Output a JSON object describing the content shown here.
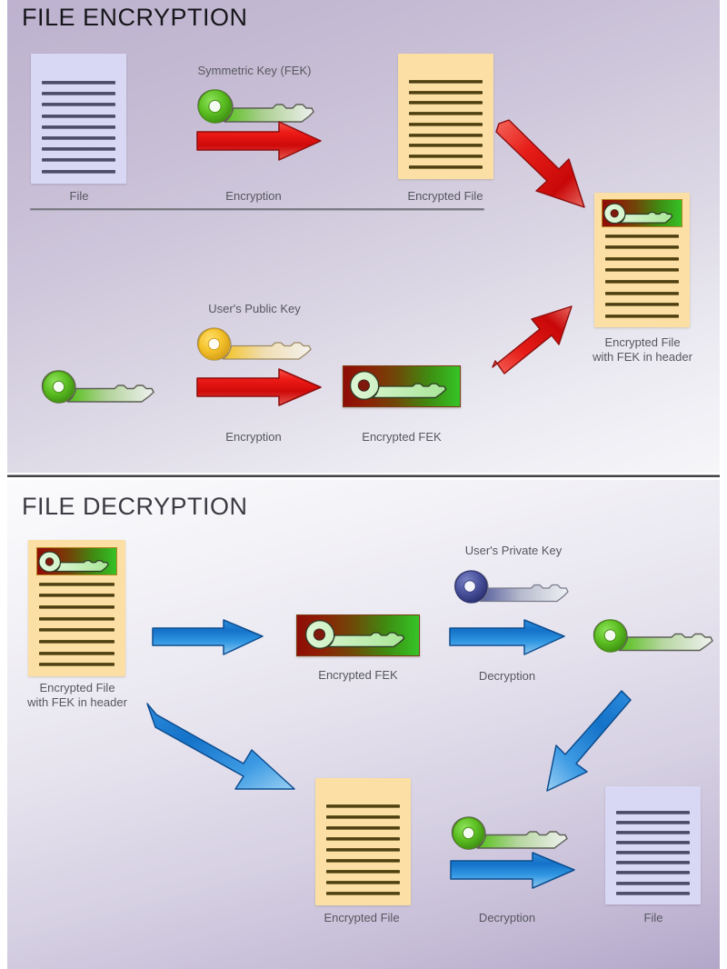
{
  "diagram": {
    "title_encryption": "FILE ENCRYPTION",
    "title_decryption": "FILE DECRYPTION"
  },
  "encryption": {
    "labels": {
      "file": "File",
      "symmetric_key": "Symmetric Key (FEK)",
      "encryption_1": "Encryption",
      "encrypted_file": "Encrypted File",
      "users_public_key": "User's Public Key",
      "encryption_2": "Encryption",
      "encrypted_fek": "Encrypted FEK",
      "encrypted_file_with_fek_line1": "Encrypted File",
      "encrypted_file_with_fek_line2": "with FEK in header"
    },
    "icons": {
      "file": "document-icon",
      "symmetric_key": "green-key-icon",
      "public_key": "yellow-key-icon",
      "encrypted_file": "encrypted-document-icon",
      "encrypted_fek": "encrypted-key-box-icon",
      "encrypted_file_with_fek": "encrypted-document-with-key-header-icon",
      "arrow_1": "red-right-arrow-icon",
      "arrow_2": "red-right-arrow-icon",
      "arrow_down_right": "red-diagonal-down-arrow-icon",
      "arrow_up_right": "red-diagonal-up-arrow-icon"
    }
  },
  "decryption": {
    "labels": {
      "encrypted_file_with_fek_line1": "Encrypted File",
      "encrypted_file_with_fek_line2": "with FEK in header",
      "encrypted_fek": "Encrypted FEK",
      "users_private_key": "User's Private Key",
      "decryption_1": "Decryption",
      "encrypted_file": "Encrypted File",
      "decryption_2": "Decryption",
      "file": "File"
    },
    "icons": {
      "encrypted_file_with_fek": "encrypted-document-with-key-header-icon",
      "encrypted_fek": "encrypted-key-box-icon",
      "private_key": "blue-key-icon",
      "recovered_key": "green-key-icon",
      "encrypted_file": "encrypted-document-icon",
      "decryption_key": "green-key-icon",
      "file": "document-icon",
      "arrow_1": "blue-right-arrow-icon",
      "arrow_2": "blue-right-arrow-icon",
      "arrow_3": "blue-right-arrow-icon",
      "arrow_diag_down_right": "blue-diagonal-down-arrow-icon",
      "arrow_diag_down_left": "blue-diagonal-down-left-arrow-icon"
    }
  },
  "colors": {
    "red_arrow": "#e01b1b",
    "blue_arrow": "#1a7fd4",
    "green_key": "#5dc021",
    "yellow_key": "#f2c52c",
    "blue_key": "#4b539e",
    "doc_plain": "#d9d8f4",
    "doc_encrypted": "#fbdfa4",
    "fek_gradient_start": "#8d0d07",
    "fek_gradient_end": "#35c527",
    "title_text": "#1c1c20",
    "caption_text": "#57575f"
  }
}
